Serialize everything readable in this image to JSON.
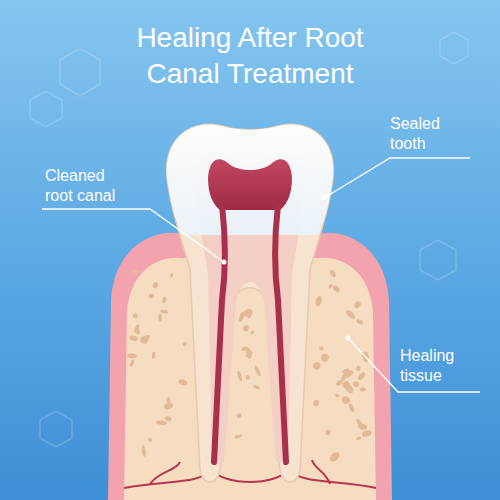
{
  "diagram": {
    "title": "Healing After Root Canal Treatment",
    "labels": [
      "Cleaned root canal",
      "Sealed tooth",
      "Healing tissue"
    ]
  }
}
